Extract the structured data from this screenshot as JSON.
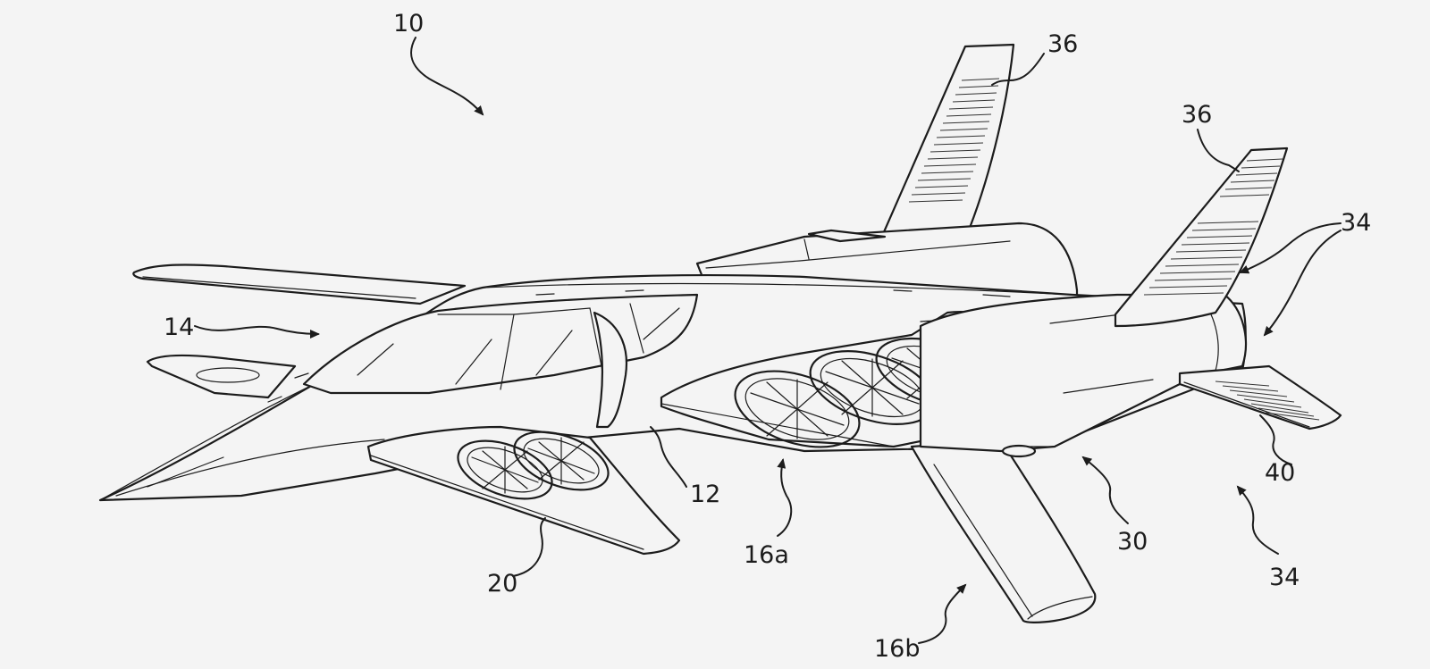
{
  "figure": {
    "background": "#f4f4f4",
    "ink": "#1c1c1c"
  },
  "reference_numerals": {
    "aircraft": "10",
    "fuselage": "12",
    "cockpit": "14",
    "left_wing": "16a",
    "right_wing": "16b",
    "canard": "20",
    "aft_section": "30",
    "tail_upper": "34",
    "tail_lower": "34",
    "fin_left": "36",
    "fin_right": "36",
    "stabilizer": "40"
  }
}
